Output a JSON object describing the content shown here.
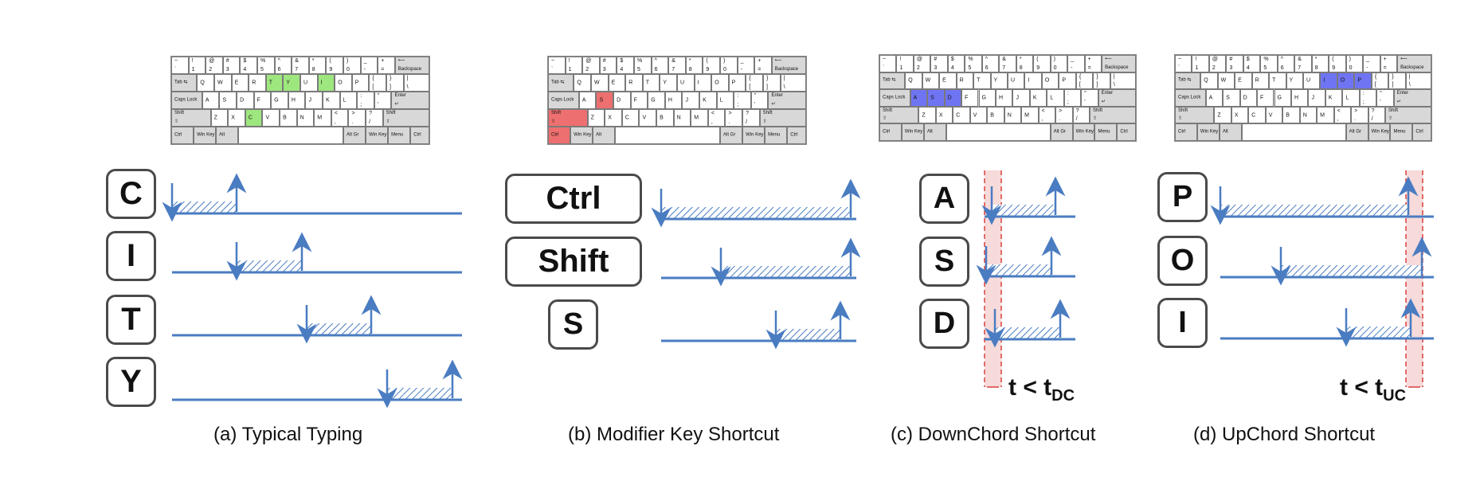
{
  "keyboard_rows": [
    [
      [
        "~",
        "`"
      ],
      [
        "!",
        "1"
      ],
      [
        "@",
        "2"
      ],
      [
        "#",
        "3"
      ],
      [
        "$",
        "4"
      ],
      [
        "%",
        "5"
      ],
      [
        "^",
        "6"
      ],
      [
        "&",
        "7"
      ],
      [
        "*",
        "8"
      ],
      [
        "(",
        "9"
      ],
      [
        ")",
        "0"
      ],
      [
        "_",
        "-"
      ],
      [
        "+",
        "="
      ],
      [
        "⟵",
        "Backspace"
      ]
    ],
    [
      [
        "Tab ⇆",
        ""
      ],
      [
        "Q",
        ""
      ],
      [
        "W",
        ""
      ],
      [
        "E",
        ""
      ],
      [
        "R",
        ""
      ],
      [
        "T",
        ""
      ],
      [
        "Y",
        ""
      ],
      [
        "U",
        ""
      ],
      [
        "I",
        ""
      ],
      [
        "O",
        ""
      ],
      [
        "P",
        ""
      ],
      [
        "{",
        "["
      ],
      [
        "}",
        "]"
      ],
      [
        "|",
        "\\"
      ]
    ],
    [
      [
        "Caps Lock",
        ""
      ],
      [
        "A",
        ""
      ],
      [
        "S",
        ""
      ],
      [
        "D",
        ""
      ],
      [
        "F",
        ""
      ],
      [
        "G",
        ""
      ],
      [
        "H",
        ""
      ],
      [
        "J",
        ""
      ],
      [
        "K",
        ""
      ],
      [
        "L",
        ""
      ],
      [
        ":",
        ";"
      ],
      [
        "\"",
        "'"
      ],
      [
        "Enter",
        "↵"
      ]
    ],
    [
      [
        "Shift",
        "⇧"
      ],
      [
        "Z",
        ""
      ],
      [
        "X",
        ""
      ],
      [
        "C",
        ""
      ],
      [
        "V",
        ""
      ],
      [
        "B",
        ""
      ],
      [
        "N",
        ""
      ],
      [
        "M",
        ""
      ],
      [
        "<",
        ","
      ],
      [
        ">",
        "."
      ],
      [
        "?",
        "/"
      ],
      [
        "Shift",
        "⇧"
      ]
    ],
    [
      [
        "Ctrl",
        ""
      ],
      [
        "Win Key",
        ""
      ],
      [
        "Alt",
        ""
      ],
      [
        "",
        ""
      ],
      [
        "Alt Gr",
        ""
      ],
      [
        "Win Key",
        ""
      ],
      [
        "Menu",
        ""
      ],
      [
        "Ctrl",
        ""
      ]
    ]
  ],
  "panels": [
    {
      "caption": "(a) Typical Typing",
      "highlight_color": "green",
      "highlighted_keys": [
        "T",
        "Y",
        "I",
        "C"
      ],
      "keys": [
        "C",
        "I",
        "T",
        "Y"
      ],
      "tlabel": null
    },
    {
      "caption": "(b) Modifier Key Shortcut",
      "highlight_color": "red",
      "highlighted_keys": [
        "S",
        "Shift",
        "Ctrl"
      ],
      "keys": [
        "Ctrl",
        "Shift",
        "S"
      ],
      "tlabel": null
    },
    {
      "caption": "(c) DownChord Shortcut",
      "highlight_color": "blue",
      "highlighted_keys": [
        "A",
        "S",
        "D"
      ],
      "keys": [
        "A",
        "S",
        "D"
      ],
      "tlabel": {
        "main": "t < t",
        "sub": "DC"
      }
    },
    {
      "caption": "(d) UpChord Shortcut",
      "highlight_color": "blue",
      "highlighted_keys": [
        "I",
        "O",
        "P"
      ],
      "keys": [
        "P",
        "O",
        "I"
      ],
      "tlabel": {
        "main": "t < t",
        "sub": "UC"
      }
    }
  ],
  "colors": {
    "timeline": "#4a7cc1",
    "hatch": "#4a7cc1",
    "green": "#9ee77f",
    "red": "#ee6f6f",
    "blue": "#6f74f2",
    "chord_band": "#f7dada",
    "chord_line": "#d9403a"
  }
}
